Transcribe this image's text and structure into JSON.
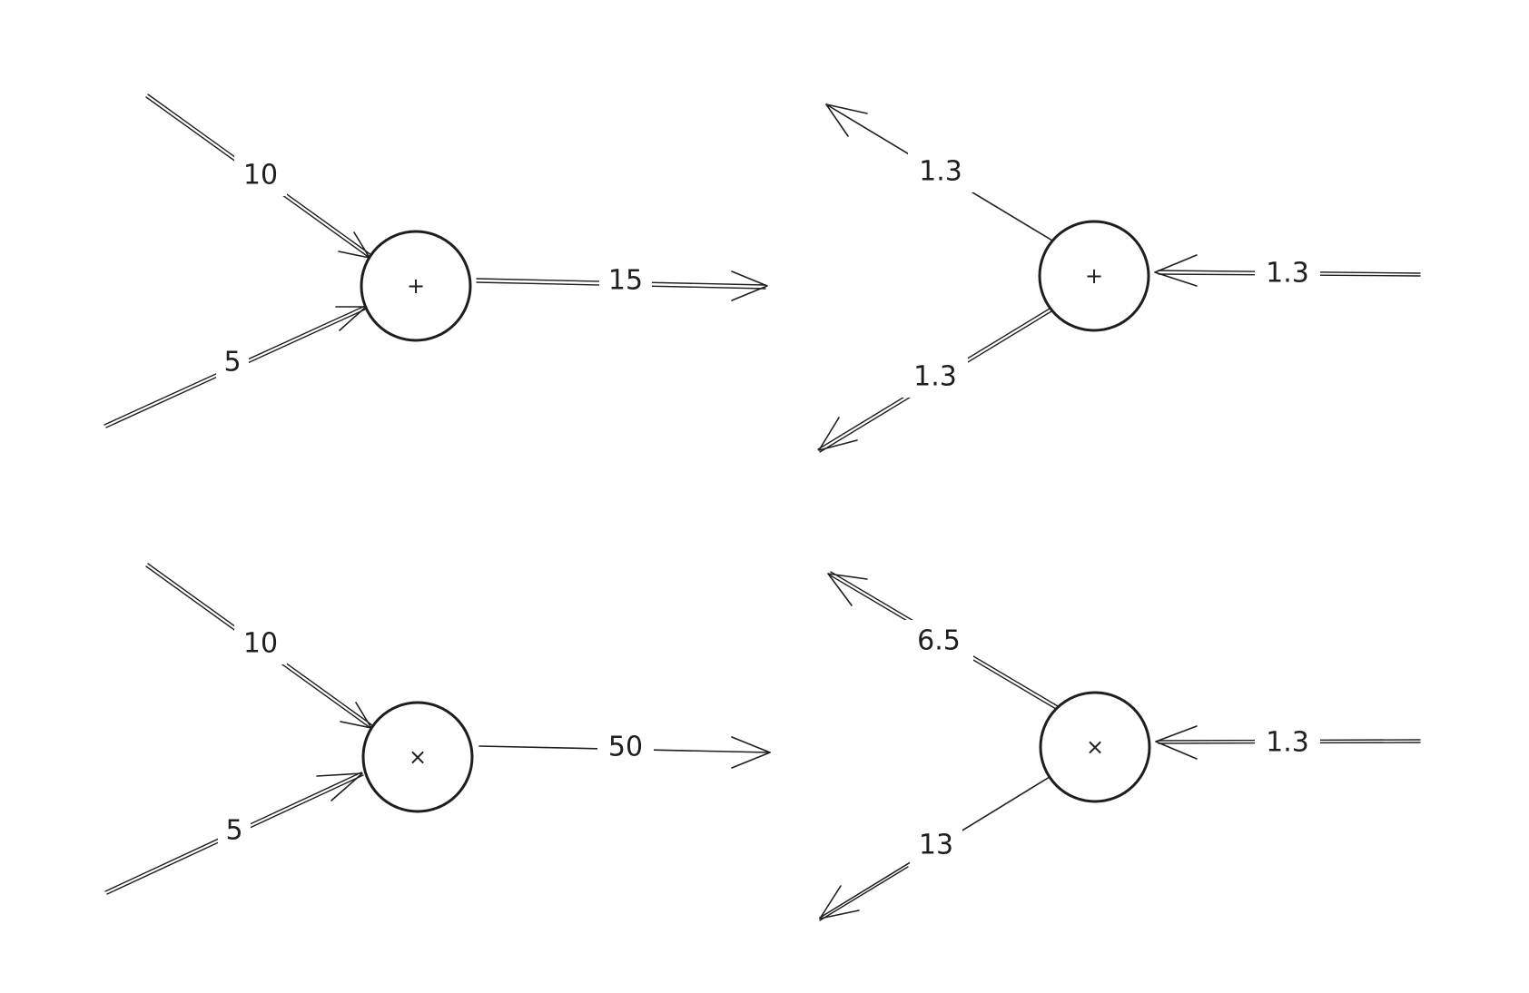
{
  "diagrams": [
    {
      "id": "add-forward",
      "op": "+",
      "edges": [
        "10",
        "5",
        "15"
      ]
    },
    {
      "id": "add-backward",
      "op": "+",
      "edges": [
        "1.3",
        "1.3",
        "1.3"
      ]
    },
    {
      "id": "mul-forward",
      "op": "×",
      "edges": [
        "10",
        "5",
        "50"
      ]
    },
    {
      "id": "mul-backward",
      "op": "×",
      "edges": [
        "6.5",
        "13",
        "1.3"
      ]
    }
  ]
}
